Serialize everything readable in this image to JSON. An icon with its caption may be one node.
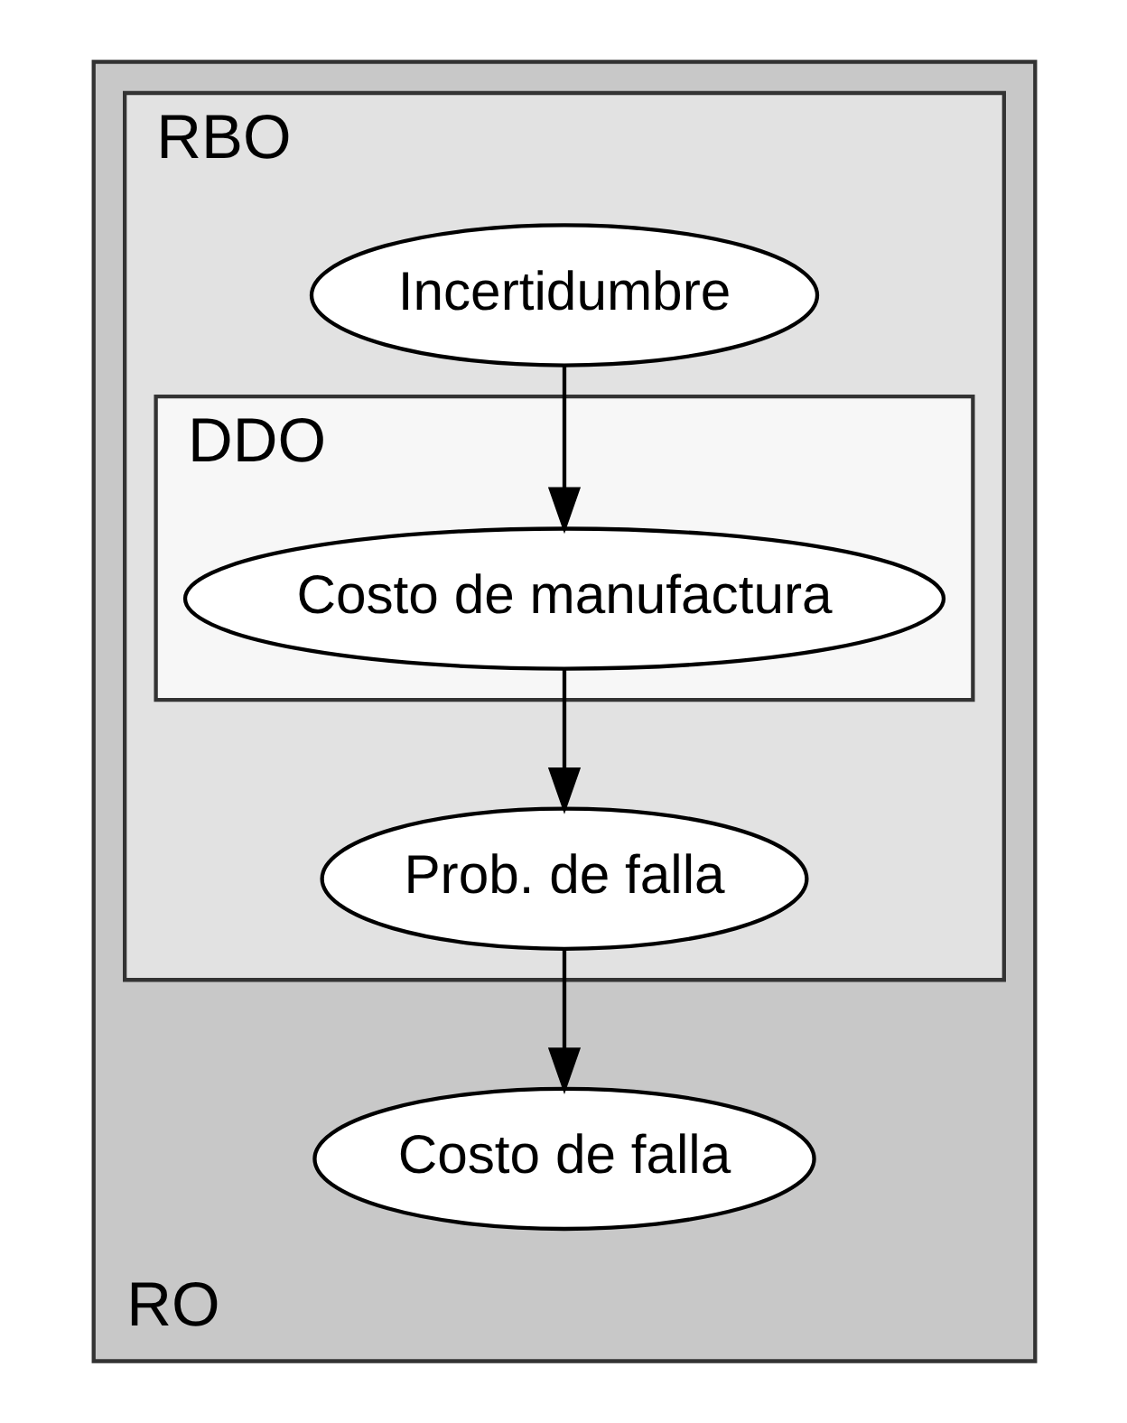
{
  "diagram": {
    "nodes": [
      {
        "text": [
          "RO"
        ]
      },
      {
        "text": [
          "RBO"
        ],
        "in": 0
      },
      {
        "text": [
          "Incertidumbre"
        ],
        "in": 1
      },
      {
        "text": [
          "DDO"
        ],
        "in": 1
      },
      {
        "text": [
          "Costo de manufactura"
        ],
        "in": 3
      },
      {
        "text": [
          "Prob. de falla"
        ],
        "in": 1
      },
      {
        "text": [
          "Costo de falla"
        ],
        "in": 0
      }
    ],
    "edges": [
      {
        "from": 2,
        "to": 4,
        "arrow": "to"
      },
      {
        "from": 4,
        "to": 5,
        "arrow": "to"
      },
      {
        "from": 5,
        "to": 6,
        "arrow": "to"
      }
    ]
  }
}
